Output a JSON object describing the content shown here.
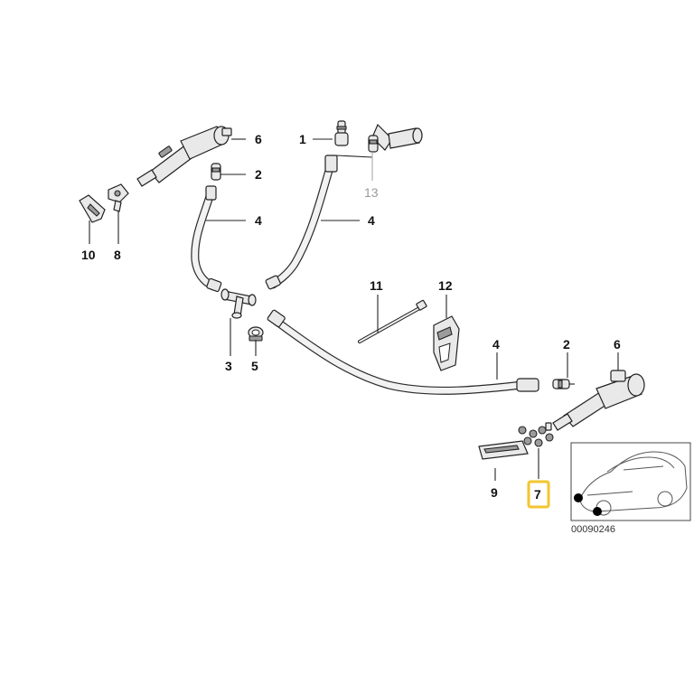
{
  "callouts": {
    "c1": "1",
    "c2_top": "2",
    "c2_right": "2",
    "c3": "3",
    "c4_left": "4",
    "c4_mid": "4",
    "c4_right": "4",
    "c5": "5",
    "c6_top": "6",
    "c6_right": "6",
    "c7": "7",
    "c8": "8",
    "c9": "9",
    "c10": "10",
    "c11": "11",
    "c12": "12",
    "c13": "13"
  },
  "inset": {
    "reference_number": "00090246"
  },
  "colors": {
    "highlight": "#f2c62f",
    "line": "#222222",
    "faded_label": "#9a9a9a"
  }
}
